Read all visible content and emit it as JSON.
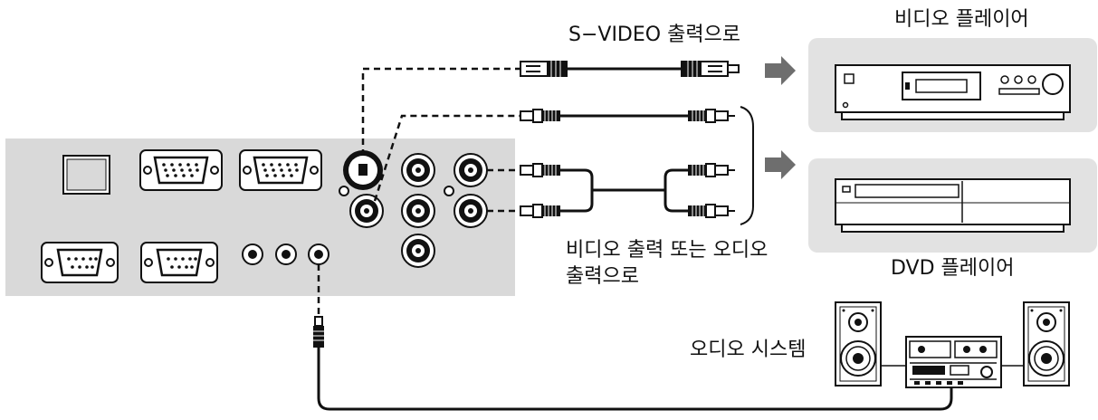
{
  "labels": {
    "svideo_output": "S−VIDEO 출력으로",
    "video_player": "비디오 플레이어",
    "video_or_audio_output": "비디오 출력 또는 오디오 출력으로",
    "dvd_player": "DVD 플레이어",
    "audio_system": "오디오 시스템"
  },
  "colors": {
    "panel": "#d9d9d9",
    "device_bg": "#e2e2e2",
    "line": "#111111",
    "arrow": "#6e6e6e"
  },
  "icons": [
    "projector-terminal-panel",
    "video-player-icon",
    "dvd-player-icon",
    "audio-system-icon",
    "svideo-cable",
    "rca-cable",
    "stereo-mini-cable",
    "arrow-right-icon"
  ]
}
